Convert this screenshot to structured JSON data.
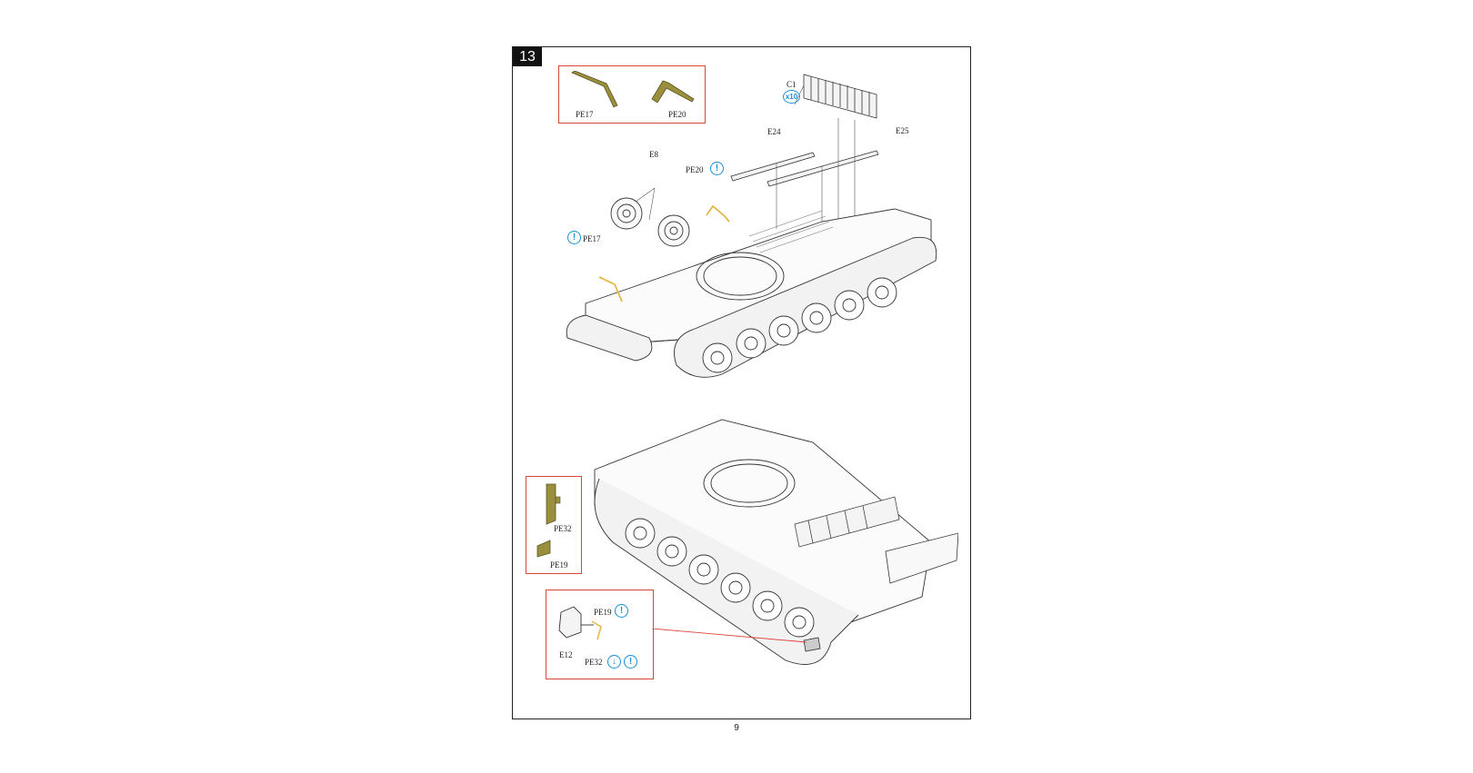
{
  "step": {
    "number": "13"
  },
  "top_box": {
    "parts": [
      "PE17",
      "PE20"
    ]
  },
  "upper_view": {
    "labels": {
      "c1": "C1",
      "c1_qty": "x10",
      "e24": "E24",
      "e25": "E25",
      "e8": "E8",
      "pe20": "PE20",
      "pe17": "PE17"
    },
    "icons": [
      "info-icon",
      "info-icon"
    ]
  },
  "side_box": {
    "parts": [
      "PE32",
      "PE19"
    ]
  },
  "detail_box": {
    "labels": {
      "pe19": "PE19",
      "e12": "E12",
      "pe32": "PE32"
    },
    "icons": [
      "info-icon",
      "fold-down-icon",
      "info-icon"
    ]
  },
  "colors": {
    "photo_etch": "#9a8f3c",
    "accent_box": "#d9463a",
    "icon_blue": "#1a8fd6",
    "etch_line": "#e3b94a"
  },
  "page": {
    "number": "9"
  }
}
